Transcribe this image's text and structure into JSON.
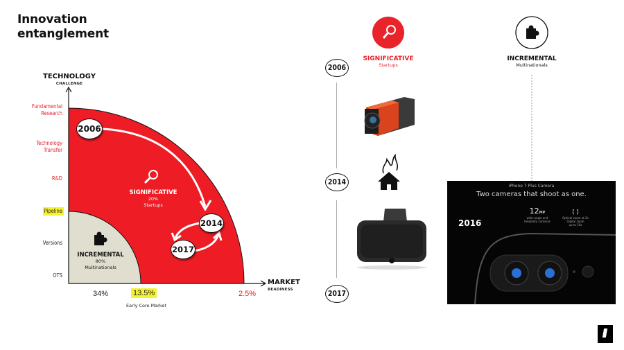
{
  "title": {
    "line1": "Innovation",
    "line2": "entanglement"
  },
  "chart": {
    "y_axis": {
      "title": "TECHNOLOGY",
      "subtitle": "CHALLENGE"
    },
    "x_axis": {
      "title": "MARKET",
      "subtitle": "READINESS"
    },
    "y_labels": [
      {
        "text": "Fundamental Research",
        "line1": "Fundamental",
        "line2": "Research",
        "color": "#e0202c"
      },
      {
        "text": "Technology Transfer",
        "line1": "Technology",
        "line2": "Transfer",
        "color": "#e0202c"
      },
      {
        "text": "R&D",
        "color": "#e0202c"
      },
      {
        "text": "Pipeline",
        "highlight": "#f5f230"
      },
      {
        "text": "Versions"
      },
      {
        "text": "OTS"
      }
    ],
    "x_labels": [
      {
        "text": "34%"
      },
      {
        "text": "13.5%",
        "highlight": "#f5f230"
      },
      {
        "text": "2.5%",
        "color": "#e0202c"
      }
    ],
    "x_note": "Early Core Market",
    "zones": {
      "significative": {
        "name": "SIGNIFICATIVE",
        "pct": "20%",
        "who": "Startups",
        "color": "#ee1c25",
        "icon": "magnifier-icon"
      },
      "incremental": {
        "name": "INCREMENTAL",
        "pct": "80%",
        "who": "Multinationals",
        "color": "#e0dfcf",
        "icon": "puzzle-icon"
      }
    },
    "years": [
      "2006",
      "2014",
      "2017"
    ]
  },
  "legend": {
    "significative": {
      "title": "SIGNIFICATIVE",
      "sub": "Startups",
      "color": "#e8232a"
    },
    "incremental": {
      "title": "INCREMENTAL",
      "sub": "Multinationals"
    }
  },
  "timeline": {
    "years": [
      "2006",
      "2014",
      "2017"
    ],
    "items": [
      {
        "label": "light-field camera",
        "icon": "camera-image"
      },
      {
        "label": "house on fire",
        "icon": "house-fire-icon"
      },
      {
        "label": "VR headset",
        "icon": "vr-headset-image"
      }
    ]
  },
  "photo": {
    "caption_small": "iPhone 7 Plus Camera",
    "caption_large": "Two cameras that shoot as one.",
    "year": "2016",
    "spec1": {
      "big": "12",
      "unit": "MP",
      "line1": "wide-angle and",
      "line2": "telephoto cameras"
    },
    "spec2": {
      "line1": "Optical zoom at 2x",
      "line2": "Digital zoom",
      "line3": "up to 10x"
    }
  },
  "chart_data": {
    "type": "quarter-circle diagram",
    "title": "Innovation entanglement",
    "xlabel": "MARKET READINESS",
    "ylabel": "TECHNOLOGY CHALLENGE",
    "y_ticks": [
      "Fundamental Research",
      "Technology Transfer",
      "R&D",
      "Pipeline",
      "Versions",
      "OTS"
    ],
    "x_ticks": [
      "34%",
      "13.5%",
      "2.5%"
    ],
    "regions": [
      {
        "name": "INCREMENTAL",
        "share": "80%",
        "actor": "Multinationals",
        "extent_x": "13.5%",
        "extent_y": "Pipeline"
      },
      {
        "name": "SIGNIFICATIVE",
        "share": "20%",
        "actor": "Startups",
        "extent_x": "2.5%",
        "extent_y": "Fundamental Research"
      }
    ],
    "trajectory": [
      "2006",
      "2014",
      "2017"
    ]
  }
}
